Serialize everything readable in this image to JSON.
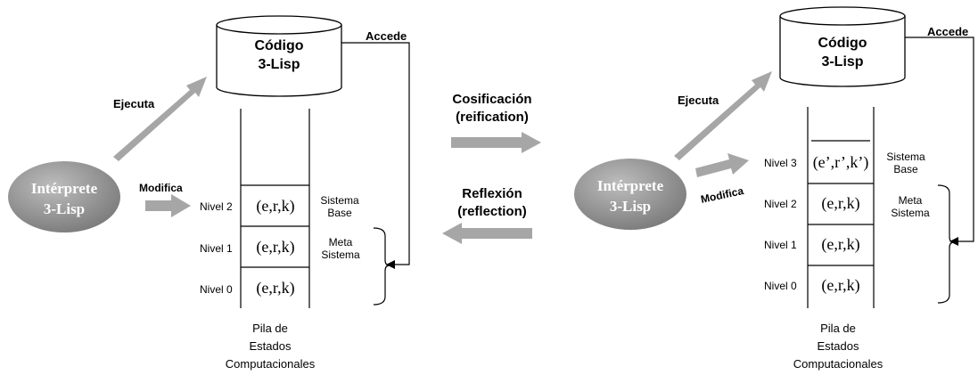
{
  "left": {
    "db_line1": "Código",
    "db_line2": "3-Lisp",
    "accede": "Accede",
    "ejecuta": "Ejecuta",
    "modifica": "Modifica",
    "interp_line1": "Intérprete",
    "interp_line2": "3-Lisp",
    "levels": [
      {
        "label": "Nivel 2",
        "value": "(e,r,k)"
      },
      {
        "label": "Nivel 1",
        "value": "(e,r,k)"
      },
      {
        "label": "Nivel 0",
        "value": "(e,r,k)"
      }
    ],
    "sistema_base": [
      "Sistema",
      "Base"
    ],
    "meta_sistema": [
      "Meta",
      "Sistema"
    ],
    "pila": [
      "Pila de",
      "Estados",
      "Computacionales"
    ]
  },
  "middle": {
    "cosificacion": "Cosificación",
    "reification": "(reification)",
    "reflexion": "Reflexión",
    "reflection": "(reflection)"
  },
  "right": {
    "db_line1": "Código",
    "db_line2": "3-Lisp",
    "accede": "Accede",
    "ejecuta": "Ejecuta",
    "modifica": "Modifica",
    "interp_line1": "Intérprete",
    "interp_line2": "3-Lisp",
    "levels": [
      {
        "label": "Nivel 3",
        "value": "(e’,r’,k’)"
      },
      {
        "label": "Nivel 2",
        "value": "(e,r,k)"
      },
      {
        "label": "Nivel 1",
        "value": "(e,r,k)"
      },
      {
        "label": "Nivel 0",
        "value": "(e,r,k)"
      }
    ],
    "sistema_base": [
      "Sistema",
      "Base"
    ],
    "meta_sistema": [
      "Meta",
      "Sistema"
    ],
    "pila": [
      "Pila de",
      "Estados",
      "Computacionales"
    ]
  },
  "colors": {
    "arrow_gray": "#a6a6a6",
    "oval_gray": "#8c8c8c",
    "line": "#000000"
  }
}
